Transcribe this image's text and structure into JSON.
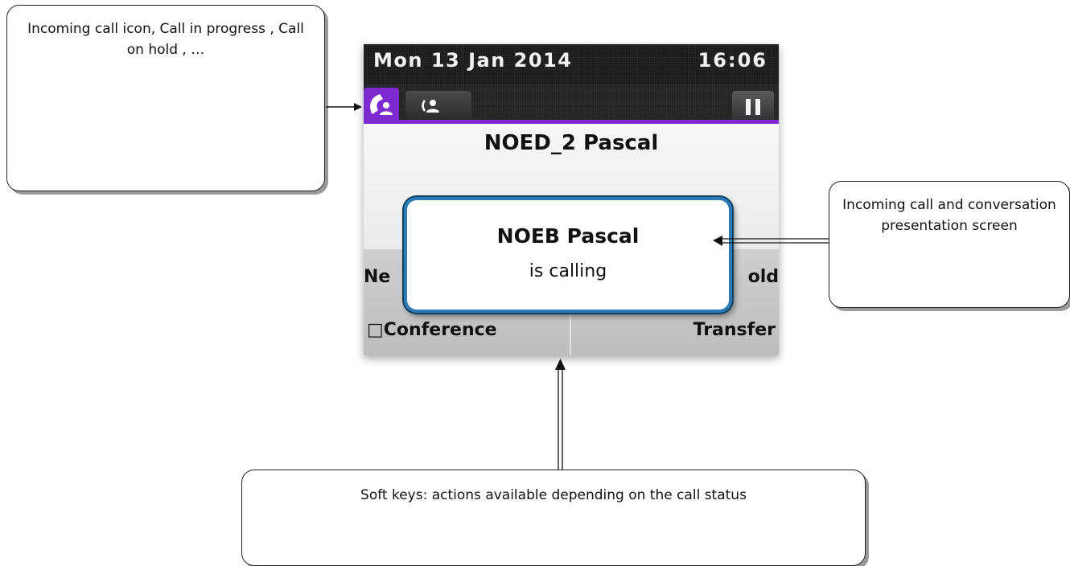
{
  "callouts": {
    "icons": "Incoming call icon,  Call in progress  , Call on hold  , …",
    "screen": "Incoming call and conversation presentation screen",
    "softkeys": "Soft keys: actions available depending on the call status"
  },
  "phone": {
    "date": "Mon 13 Jan 2014",
    "time": "16:06",
    "caller_name": "NOED_2 Pascal",
    "popup": {
      "name": "NOEB Pascal",
      "status": "is calling"
    },
    "softkeys": {
      "new_partial": "Ne",
      "hold_partial": "old",
      "conference": "□Conference",
      "transfer": "Transfer"
    },
    "colors": {
      "tab_accent": "#7d2bd0",
      "popup_border": "#2c7bb6"
    },
    "icons": {
      "active_tab": "incoming-call-handset-icon",
      "inactive_tab": "call-user-icon",
      "hold_tab": "pause-icon"
    }
  }
}
